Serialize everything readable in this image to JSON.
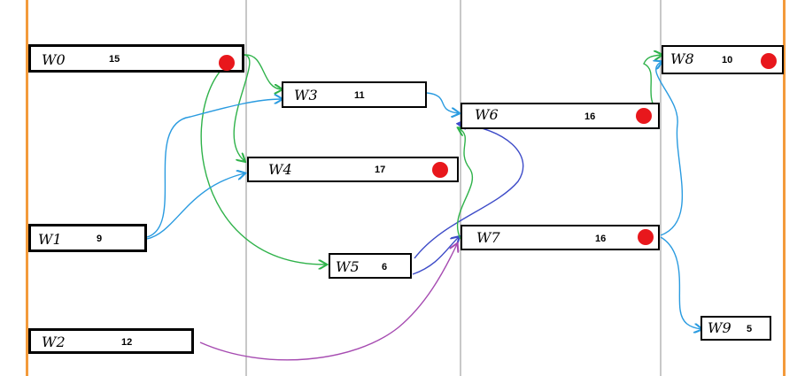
{
  "colors": {
    "green": "#2fb24a",
    "blue": "#2a9be0",
    "indigo": "#3d4bc8",
    "purple": "#a64bb1",
    "marker": "#e8171c",
    "frame": "#f39a3b"
  },
  "tasks": [
    {
      "id": "w0",
      "label": "W0",
      "value": "15",
      "marked": true
    },
    {
      "id": "w1",
      "label": "W1",
      "value": "9",
      "marked": false
    },
    {
      "id": "w2",
      "label": "W2",
      "value": "12",
      "marked": false
    },
    {
      "id": "w3",
      "label": "W3",
      "value": "11",
      "marked": false
    },
    {
      "id": "w4",
      "label": "W4",
      "value": "17",
      "marked": true
    },
    {
      "id": "w5",
      "label": "W5",
      "value": "6",
      "marked": false
    },
    {
      "id": "w6",
      "label": "W6",
      "value": "16",
      "marked": true
    },
    {
      "id": "w7",
      "label": "W7",
      "value": "16",
      "marked": true
    },
    {
      "id": "w8",
      "label": "W8",
      "value": "10",
      "marked": true
    },
    {
      "id": "w9",
      "label": "W9",
      "value": "5",
      "marked": false
    }
  ],
  "edges": [
    {
      "from": "w0",
      "to": "w3",
      "color": "green"
    },
    {
      "from": "w0",
      "to": "w4",
      "color": "green"
    },
    {
      "from": "w0",
      "to": "w5",
      "color": "green"
    },
    {
      "from": "w1",
      "to": "w3",
      "color": "blue"
    },
    {
      "from": "w1",
      "to": "w4",
      "color": "blue"
    },
    {
      "from": "w3",
      "to": "w6",
      "color": "blue"
    },
    {
      "from": "w5",
      "to": "w6",
      "color": "indigo"
    },
    {
      "from": "w5",
      "to": "w7",
      "color": "indigo"
    },
    {
      "from": "w7",
      "to": "w6",
      "color": "green"
    },
    {
      "from": "w2",
      "to": "w7",
      "color": "purple"
    },
    {
      "from": "w6",
      "to": "w8",
      "color": "green"
    },
    {
      "from": "w7",
      "to": "w8",
      "color": "blue"
    },
    {
      "from": "w7",
      "to": "w9",
      "color": "blue"
    }
  ]
}
